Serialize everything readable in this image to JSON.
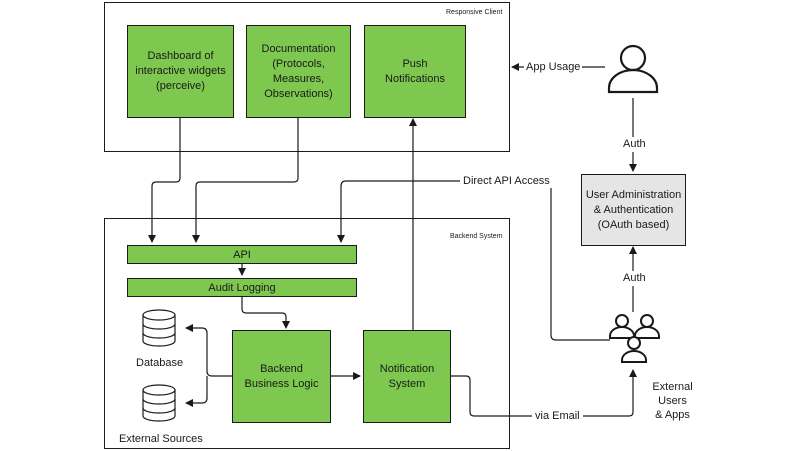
{
  "frames": {
    "client": "Responsive Client",
    "backend": "Backend System"
  },
  "boxes": {
    "dashboard": "Dashboard of\ninteractive widgets\n(perceive)",
    "documentation": "Documentation\n(Protocols,\nMeasures,\nObservations)",
    "push": "Push\nNotifications",
    "api": "API",
    "audit": "Audit Logging",
    "logic": "Backend\nBusiness Logic",
    "notification": "Notification\nSystem",
    "auth_admin": "User Administration\n& Authentication\n(OAuth based)"
  },
  "labels": {
    "database": "Database",
    "external_sources": "External Sources",
    "app_usage": "App Usage",
    "auth_top": "Auth",
    "auth_bottom": "Auth",
    "direct_api": "Direct API Access",
    "via_email": "via Email",
    "external_users": "External\nUsers\n& Apps"
  },
  "icons": {
    "user": "user-icon",
    "user_group": "user-group-icon",
    "database_1": "database-icon",
    "database_2": "database-icon"
  },
  "colors": {
    "green": "#7ec850",
    "gray": "#e5e5e5",
    "stroke": "#1a1a1a"
  }
}
